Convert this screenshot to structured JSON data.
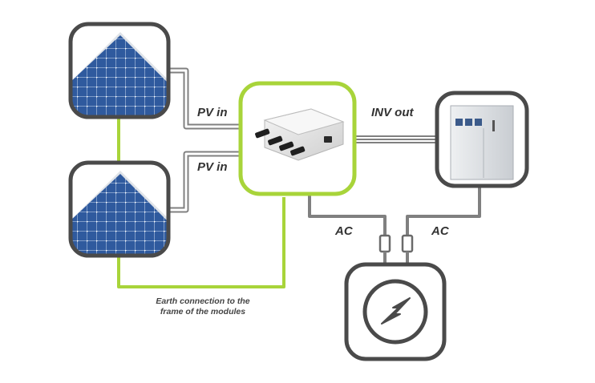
{
  "diagram": {
    "labels": {
      "pv_in_top": "PV in",
      "pv_in_bottom": "PV in",
      "inv_out": "INV out",
      "ac_left": "AC",
      "ac_right": "AC",
      "earth_line1": "Earth connection to the",
      "earth_line2": "frame of the modules"
    },
    "nodes": [
      {
        "id": "solar-panel-top",
        "kind": "solar-panel-icon"
      },
      {
        "id": "solar-panel-bottom",
        "kind": "solar-panel-icon"
      },
      {
        "id": "junction-box",
        "kind": "junction-box-icon"
      },
      {
        "id": "inverter-cabinet",
        "kind": "inverter-cabinet-icon"
      },
      {
        "id": "grid",
        "kind": "lightning-bolt-icon"
      }
    ],
    "colors": {
      "frame": "#4a4a4a",
      "earth_wire": "#a8d43a",
      "cable": "#808080",
      "panel_blue": "#2f5a9e",
      "panel_cell_line": "#d6e4f5"
    }
  }
}
